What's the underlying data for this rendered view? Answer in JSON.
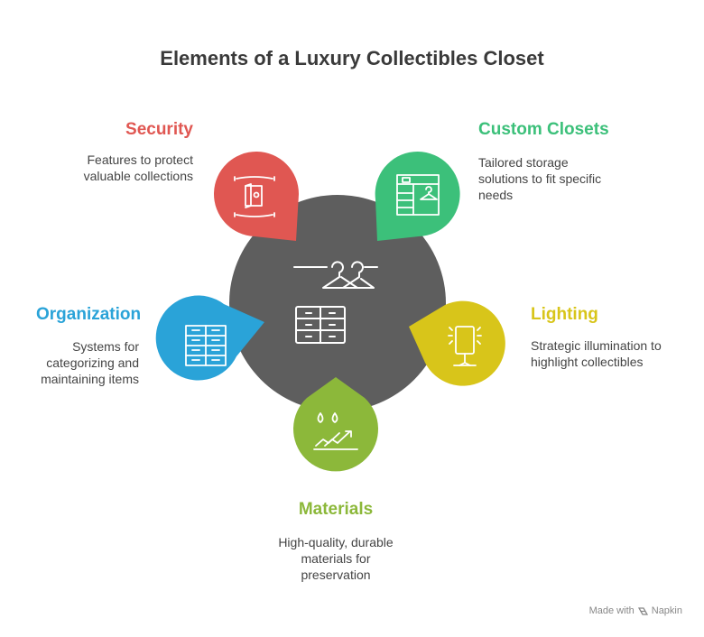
{
  "title": "Elements of a Luxury Collectibles Closet",
  "colors": {
    "center": "#5e5e5e",
    "security": "#e05752",
    "custom": "#3cc07a",
    "lighting": "#d8c51a",
    "materials": "#8cb83a",
    "organization": "#2aa3d8"
  },
  "elements": {
    "security": {
      "title": "Security",
      "desc_lines": [
        "Features to protect",
        "valuable collections"
      ],
      "icon": "safe-icon"
    },
    "custom_closets": {
      "title": "Custom Closets",
      "desc_lines": [
        "Tailored storage",
        "solutions to fit specific",
        "needs"
      ],
      "icon": "wardrobe-icon"
    },
    "organization": {
      "title": "Organization",
      "desc_lines": [
        "Systems for",
        "categorizing and",
        "maintaining items"
      ],
      "icon": "cabinet-drawers-icon"
    },
    "lighting": {
      "title": "Lighting",
      "desc_lines": [
        "Strategic illumination to",
        "highlight collectibles"
      ],
      "icon": "lamp-icon"
    },
    "materials": {
      "title": "Materials",
      "desc_lines": [
        "High-quality, durable",
        "materials for",
        "preservation"
      ],
      "icon": "water-drops-growth-icon"
    }
  },
  "center_icon": "closet-hangers-dresser-icon",
  "footer": {
    "made_with": "Made with",
    "brand": "Napkin"
  }
}
